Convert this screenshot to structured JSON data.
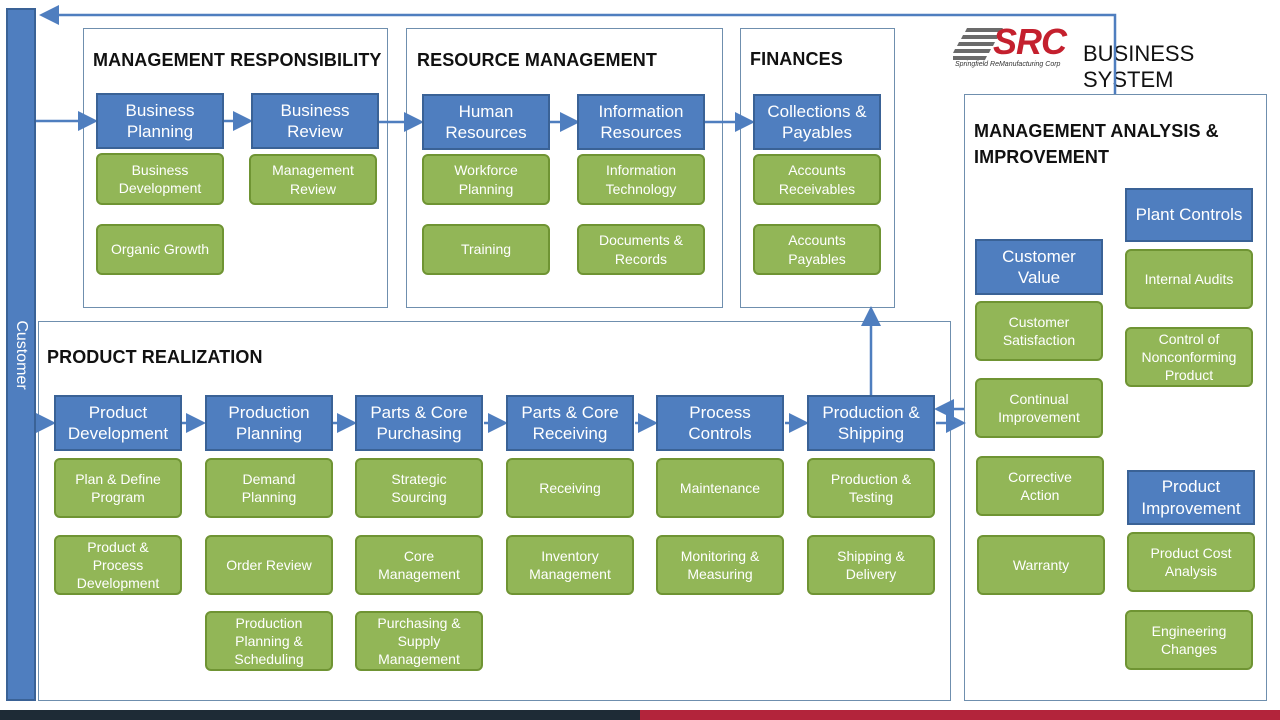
{
  "header": {
    "logo_text": "SRC",
    "logo_subtext": "Springfield ReManufacturing Corp",
    "brand_title": "BUSINESS SYSTEM"
  },
  "customer": {
    "label": "Customer"
  },
  "management_responsibility": {
    "title": "MANAGEMENT RESPONSIBILITY",
    "business_planning": "Business\nPlanning",
    "business_review": "Business\nReview",
    "business_development": "Business\nDevelopment",
    "organic_growth": "Organic Growth",
    "management_review": "Management\nReview"
  },
  "resource_management": {
    "title": "RESOURCE MANAGEMENT",
    "human_resources": "Human\nResources",
    "information_resources": "Information\nResources",
    "workforce_planning": "Workforce\nPlanning",
    "training": "Training",
    "information_technology": "Information\nTechnology",
    "documents_records": "Documents &\nRecords"
  },
  "finances": {
    "title": "FINANCES",
    "collections_payables": "Collections &\nPayables",
    "accounts_receivables": "Accounts\nReceivables",
    "accounts_payables": "Accounts\nPayables"
  },
  "product_realization": {
    "title": "PRODUCT REALIZATION",
    "product_development": "Product\nDevelopment",
    "production_planning": "Production\nPlanning",
    "parts_core_purchasing": "Parts & Core\nPurchasing",
    "parts_core_receiving": "Parts & Core\nReceiving",
    "process_controls": "Process\nControls",
    "production_shipping": "Production &\nShipping",
    "plan_define_program": "Plan & Define\nProgram",
    "product_process_development": "Product &\nProcess\nDevelopment",
    "demand_planning": "Demand\nPlanning",
    "order_review": "Order Review",
    "production_planning_scheduling": "Production\nPlanning &\nScheduling",
    "strategic_sourcing": "Strategic\nSourcing",
    "core_management": "Core\nManagement",
    "purchasing_supply_management": "Purchasing &\nSupply\nManagement",
    "receiving": "Receiving",
    "inventory_management": "Inventory\nManagement",
    "maintenance": "Maintenance",
    "monitoring_measuring": "Monitoring &\nMeasuring",
    "production_testing": "Production &\nTesting",
    "shipping_delivery": "Shipping &\nDelivery"
  },
  "management_analysis": {
    "title": "MANAGEMENT ANALYSIS &\nIMPROVEMENT",
    "customer_value": "Customer\nValue",
    "customer_satisfaction": "Customer\nSatisfaction",
    "continual_improvement": "Continual\nImprovement",
    "corrective_action": "Corrective\nAction",
    "warranty": "Warranty",
    "plant_controls": "Plant Controls",
    "internal_audits": "Internal Audits",
    "control_nonconforming": "Control of\nNonconforming\nProduct",
    "product_improvement": "Product\nImprovement",
    "product_cost_analysis": "Product Cost\nAnalysis",
    "engineering_changes": "Engineering\nChanges"
  },
  "colors": {
    "process_blue": "#4f7ebf",
    "activity_green": "#92b657",
    "footer_dark": "#1e2b36",
    "footer_red": "#b3243b",
    "brand_red": "#c4202e"
  }
}
